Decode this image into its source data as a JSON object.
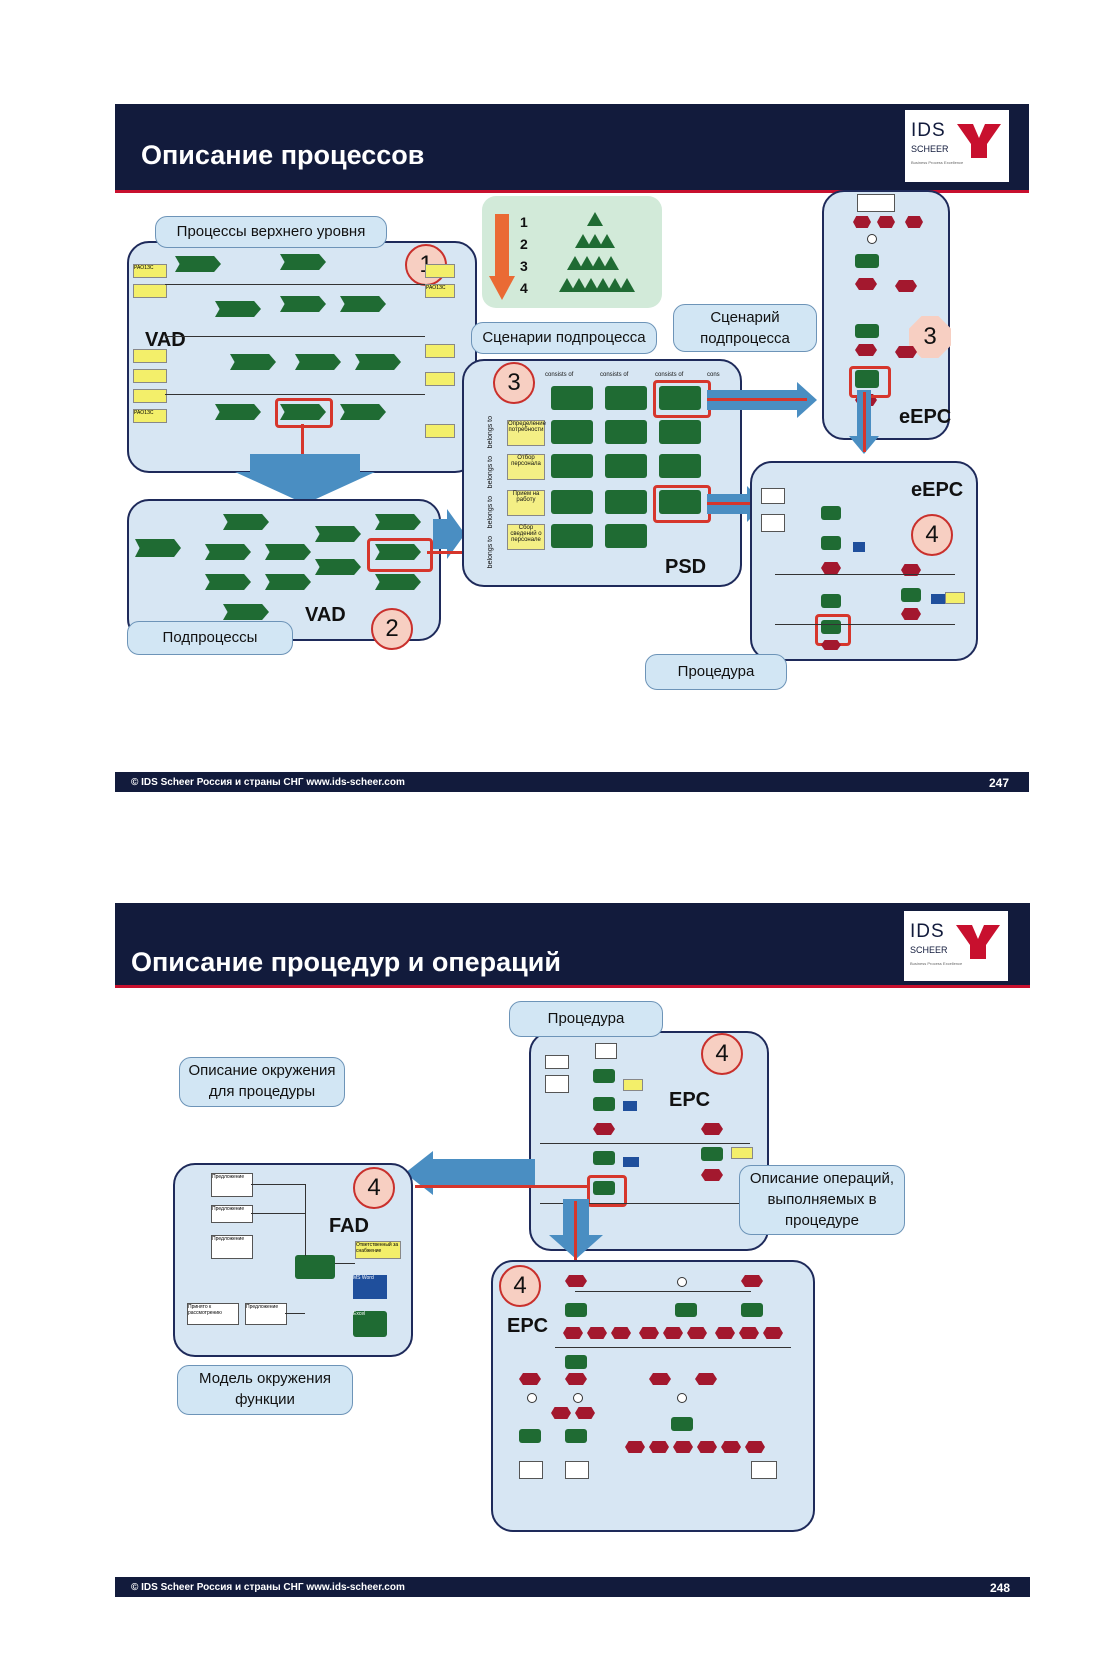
{
  "slide1": {
    "title": "Описание процессов",
    "logo": {
      "ids": "IDS",
      "scheer": "SCHEER",
      "tagline": "Business Process Excellence"
    },
    "footer": {
      "copyright": "© IDS Scheer Россия и страны СНГ   www.ids-scheer.com",
      "page": "247"
    },
    "callouts": {
      "top_level": "Процессы верхнего уровня",
      "subprocesses": "Подпроцессы",
      "subprocess_scenarios": "Сценарии подпроцесса",
      "subprocess_scenario": "Сценарий подпроцесса",
      "procedure": "Процедура"
    },
    "badges": {
      "b1": "1",
      "b2": "2",
      "b3_psd": "3",
      "b3_epc": "3",
      "b4": "4"
    },
    "model_labels": {
      "vad_top": "VAD",
      "vad_bottom": "VAD",
      "psd": "PSD",
      "eepc_top": "eEPC",
      "eepc_bottom": "eEPC"
    },
    "pyramid_levels": [
      "1",
      "2",
      "3",
      "4"
    ],
    "psd": {
      "columns": [
        "consists of",
        "consists of",
        "consists of",
        "cons"
      ],
      "row_labels": [
        "Определение потребности",
        "Отбор персонала",
        "Прием на работу",
        "Сбор сведений о персонале"
      ],
      "vertical_labels": [
        "belongs to",
        "belongs to",
        "belongs to",
        "belongs to"
      ]
    },
    "vad_org_labels": [
      "PAO1ЗС",
      "PAO1ЗС",
      "PAO1ЗС"
    ]
  },
  "slide2": {
    "title": "Описание процедур и операций",
    "logo": {
      "ids": "IDS",
      "scheer": "SCHEER",
      "tagline": "Business Process Excellence"
    },
    "footer": {
      "copyright": "© IDS Scheer Россия и страны СНГ   www.ids-scheer.com",
      "page": "248"
    },
    "callouts": {
      "procedure": "Процедура",
      "environment_desc": "Описание окружения для процедуры",
      "operations_desc": "Описание операций, выполняемых в процедуре",
      "function_env_model": "Модель окружения функции"
    },
    "badges": {
      "b4_epc": "4",
      "b4_fad": "4",
      "b4_bottom": "4"
    },
    "model_labels": {
      "epc_top": "EPC",
      "fad": "FAD",
      "epc_bottom": "EPC"
    },
    "fad_items": [
      "Предложение",
      "Предложение",
      "Предложение",
      "Принято к рассмотрению",
      "Предложение",
      "Ответственный за снабжение",
      "MS Word",
      "Excel"
    ]
  }
}
